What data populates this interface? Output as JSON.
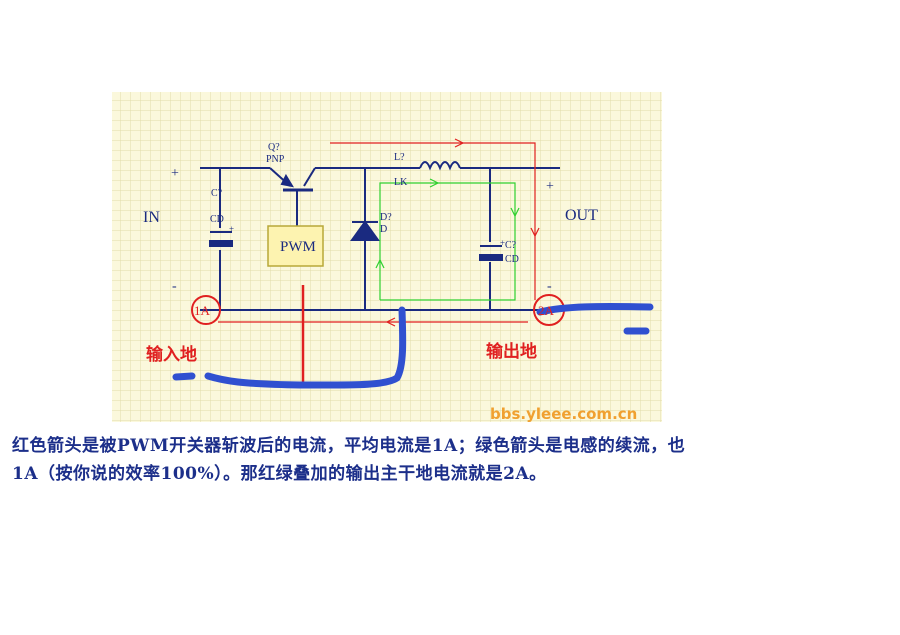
{
  "colors": {
    "grid_bg": "#fbf8dc",
    "grid_line": "#e2dcaa",
    "wire": "#1a2a80",
    "red": "#e02020",
    "green": "#30d030",
    "blue": "#3050d0",
    "pwm_fill": "#fdf3b0",
    "pwm_stroke": "#b8a838",
    "caption": "#1c2f8a",
    "watermark": "#f0a030"
  },
  "diagram": {
    "in_label": "IN",
    "out_label": "OUT",
    "plus_in": "+",
    "minus_in": "-",
    "plus_out": "+",
    "minus_out": "-",
    "transistor_ref": "Q?",
    "transistor_type": "PNP",
    "pwm_label": "PWM",
    "cap_in_ref": "C?",
    "cap_in_type": "CD",
    "diode_ref": "D?",
    "diode_type": "D",
    "inductor_ref": "L?",
    "inductor_type": "LK",
    "cap_out_ref": "C?",
    "cap_out_type": "CD",
    "current_in": "1A",
    "current_out": "2A",
    "input_ground": "输入地",
    "output_ground": "输出地",
    "watermark": "bbs.yleee.com.cn"
  },
  "caption": {
    "line1": "红色箭头是被PWM开关器斩波后的电流，平均电流是1A；绿色箭头是电感的续流，也",
    "line2": "1A（按你说的效率100%）。那红绿叠加的输出主干地电流就是2A。"
  }
}
